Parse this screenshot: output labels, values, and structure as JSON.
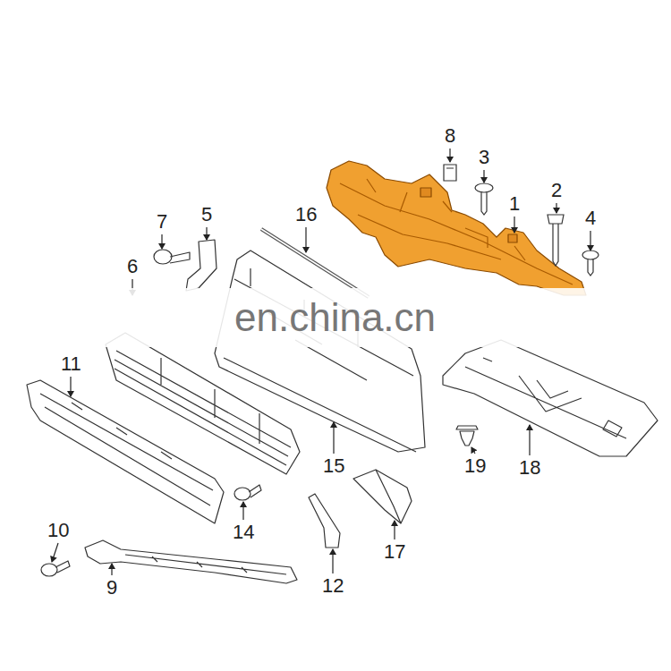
{
  "diagram": {
    "labels": [
      "8",
      "3",
      "2",
      "1",
      "7",
      "5",
      "16",
      "4",
      "6",
      "en.china.cn",
      "11",
      "15",
      "19",
      "18",
      "10",
      "14",
      "17",
      "9",
      "12"
    ]
  }
}
